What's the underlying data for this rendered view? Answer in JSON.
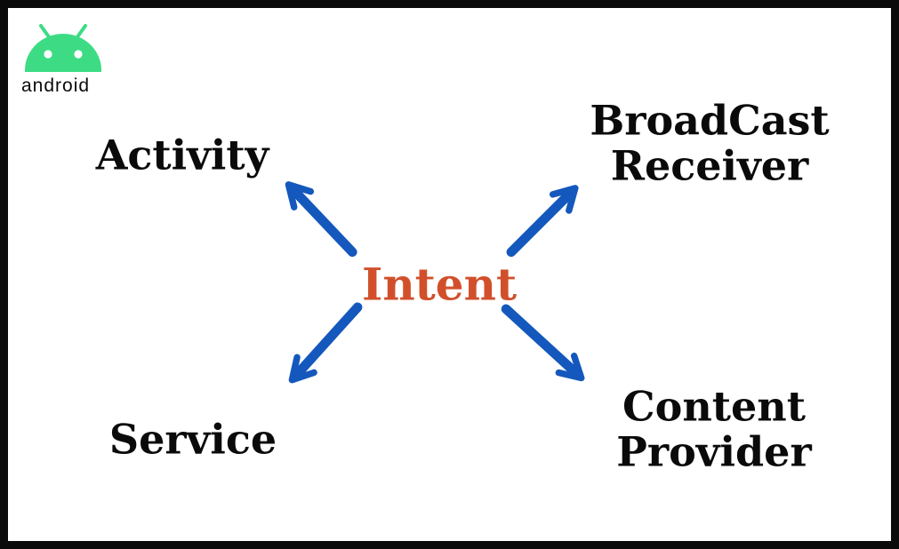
{
  "logo": {
    "wordmark": "android",
    "icon": "android-robot-icon"
  },
  "colors": {
    "android-green": "#3DDC84",
    "arrow-blue": "#1458BD",
    "intent-orange": "#D1502B",
    "text-black": "#0A0A0A",
    "border-black": "#0A0A0A",
    "bg-white": "#FFFFFF"
  },
  "diagram": {
    "center": {
      "id": "intent",
      "label": "Intent"
    },
    "arrow_color": "#1458BD",
    "nodes": [
      {
        "id": "activity",
        "label": "Activity",
        "lines": [
          "Activity"
        ]
      },
      {
        "id": "broadcast-receiver",
        "label": "BroadCast Receiver",
        "lines": [
          "BroadCast",
          "Receiver"
        ]
      },
      {
        "id": "service",
        "label": "Service",
        "lines": [
          "Service"
        ]
      },
      {
        "id": "content-provider",
        "label": "Content Provider",
        "lines": [
          "Content",
          "Provider"
        ]
      }
    ],
    "arrows": [
      {
        "from": "intent",
        "to": "activity"
      },
      {
        "from": "intent",
        "to": "broadcast-receiver"
      },
      {
        "from": "intent",
        "to": "service"
      },
      {
        "from": "intent",
        "to": "content-provider"
      }
    ]
  }
}
